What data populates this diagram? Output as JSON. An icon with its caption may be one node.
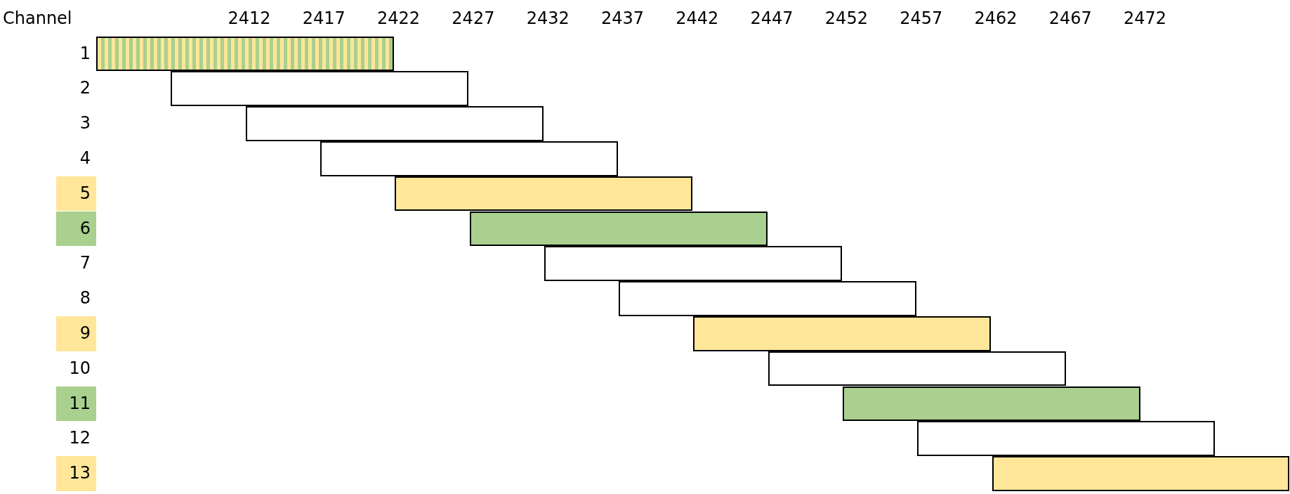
{
  "diagram": {
    "nodes": [
      {
        "text": [],
        "shape": "bar"
      },
      {
        "text": [],
        "shape": "bar"
      },
      {
        "text": [],
        "shape": "bar"
      },
      {
        "text": [],
        "shape": "bar"
      },
      {
        "text": [],
        "shape": "bar"
      },
      {
        "text": [],
        "shape": "bar"
      },
      {
        "text": [],
        "shape": "bar"
      },
      {
        "text": [],
        "shape": "bar"
      },
      {
        "text": [],
        "shape": "bar"
      },
      {
        "text": [],
        "shape": "bar"
      },
      {
        "text": [],
        "shape": "bar"
      },
      {
        "text": [],
        "shape": "bar"
      },
      {
        "text": [],
        "shape": "bar"
      }
    ],
    "labels": [
      "Channel",
      "2412",
      "2417",
      "2422",
      "2427",
      "2432",
      "2437",
      "2442",
      "2447",
      "2452",
      "2457",
      "2462",
      "2467",
      "2472",
      "1",
      "2",
      "3",
      "4",
      "5",
      "6",
      "7",
      "8",
      "9",
      "10",
      "11",
      "12",
      "13"
    ]
  }
}
